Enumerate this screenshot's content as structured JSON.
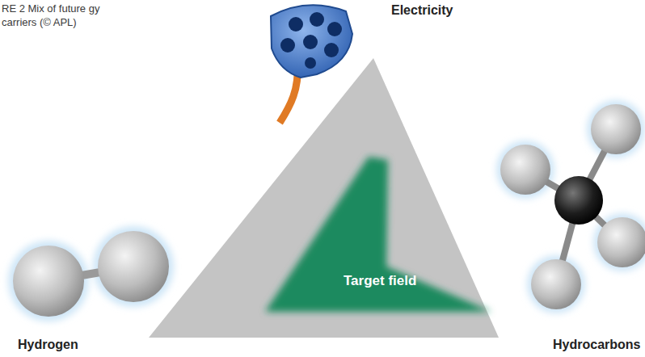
{
  "diagram": {
    "caption": "RE 2 Mix of future gy carriers (© APL)",
    "nodes": [
      {
        "text": [
          "Target field"
        ]
      }
    ],
    "labels": [
      "Electricity",
      "Hydrogen",
      "Hydrocarbons"
    ]
  }
}
